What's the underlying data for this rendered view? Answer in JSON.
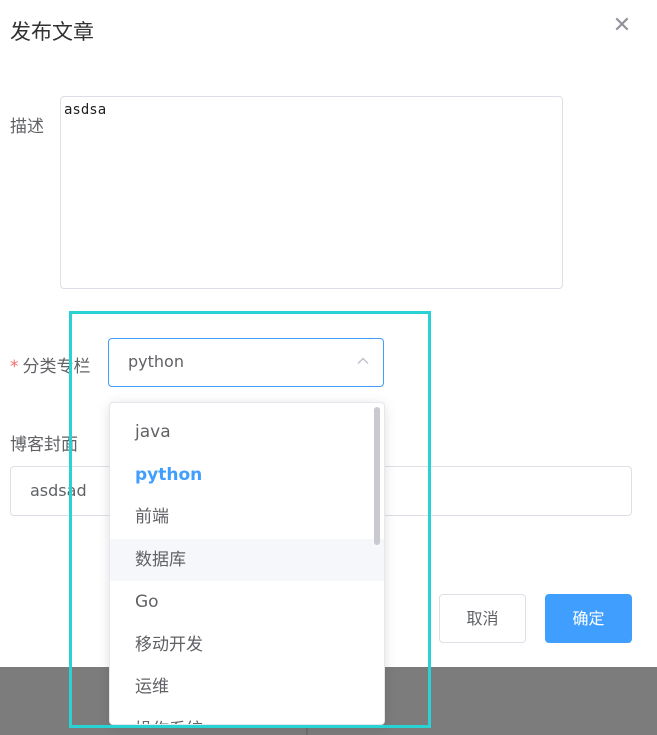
{
  "dialog": {
    "title": "发布文章",
    "close_icon": "close-icon"
  },
  "form": {
    "description": {
      "label": "描述",
      "value": "asdsa"
    },
    "category": {
      "required_mark": "*",
      "label": "分类专栏",
      "value": "python"
    },
    "cover": {
      "label": "博客封面",
      "value": "asdsad"
    }
  },
  "buttons": {
    "cancel": "取消",
    "confirm": "确定"
  },
  "dropdown": {
    "options": [
      "java",
      "python",
      "前端",
      "数据库",
      "Go",
      "移动开发",
      "运维",
      "操作系统"
    ],
    "selected": "python",
    "hovered": "数据库"
  },
  "colors": {
    "accent": "#409eff",
    "highlight_border": "#2ad3d3",
    "required": "#f56c6c"
  }
}
